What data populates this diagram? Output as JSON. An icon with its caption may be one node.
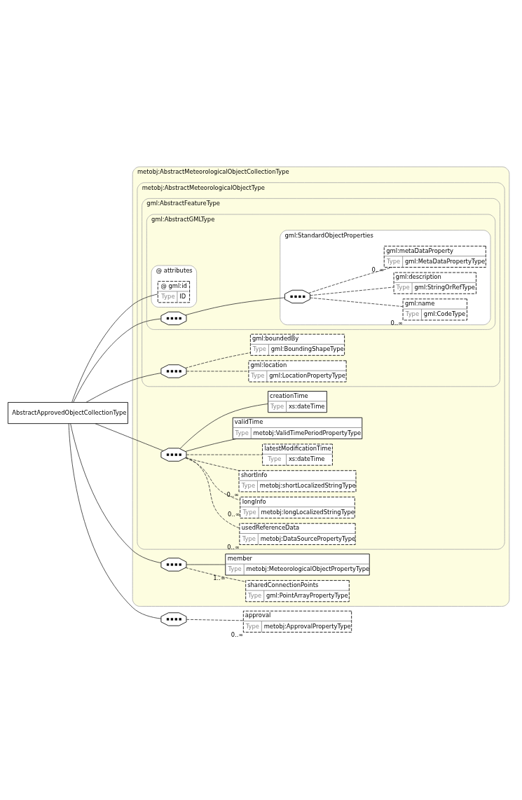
{
  "diagram": {
    "nodes": [
      {
        "text": [
          "AbstractApprovedObjectCollectionType"
        ]
      },
      {
        "text": [
          "metobj:AbstractMeteorologicalObjectCollectionType"
        ]
      },
      {
        "text": [
          "metobj:AbstractMeteorologicalObjectType"
        ],
        "in": 1
      },
      {
        "text": [
          "gml:AbstractFeatureType"
        ],
        "in": 2
      },
      {
        "text": [
          "gml:AbstractGMLType"
        ],
        "in": 3
      },
      {
        "text": [
          "@ attributes"
        ],
        "in": 4
      },
      {
        "text": [
          "@ gml:id",
          "Type",
          "ID"
        ],
        "in": 5
      },
      {
        "text": [],
        "shape": "octagon",
        "in": 4
      },
      {
        "text": [
          "gml:StandardObjectProperties"
        ],
        "in": 4
      },
      {
        "text": [],
        "shape": "octagon",
        "in": 8
      },
      {
        "text": [
          "gml:metaDataProperty",
          "Type",
          "gml:MetaDataPropertyType"
        ],
        "in": 8,
        "beside": [
          "0..∞"
        ]
      },
      {
        "text": [
          "gml:description",
          "Type",
          "gml:StringOrRefType"
        ],
        "in": 8
      },
      {
        "text": [
          "gml:name",
          "Type",
          "gml:CodeType"
        ],
        "in": 8,
        "beside": [
          "0..∞"
        ]
      },
      {
        "text": [],
        "shape": "octagon",
        "in": 3
      },
      {
        "text": [
          "gml:boundedBy",
          "Type",
          "gml:BoundingShapeType"
        ],
        "in": 3
      },
      {
        "text": [
          "gml:location",
          "Type",
          "gml:LocationPropertyType"
        ],
        "in": 3
      },
      {
        "text": [],
        "shape": "octagon",
        "in": 2
      },
      {
        "text": [
          "creationTime",
          "Type",
          "xs:dateTime"
        ],
        "in": 2
      },
      {
        "text": [
          "validTime",
          "Type",
          "metobj:ValidTimePeriodPropertyType"
        ],
        "in": 2
      },
      {
        "text": [
          "latestModificationTime",
          "Type",
          "xs:dateTime"
        ],
        "in": 2
      },
      {
        "text": [
          "shortInfo",
          "Type",
          "metobj:shortLocalizedStringType"
        ],
        "in": 2,
        "beside": [
          "0..∞"
        ]
      },
      {
        "text": [
          "longInfo",
          "Type",
          "metobj:longLocalizedStringType"
        ],
        "in": 2,
        "beside": [
          "0..∞"
        ]
      },
      {
        "text": [
          "usedReferenceData",
          "Type",
          "metobj:DataSourcePropertyType"
        ],
        "in": 2,
        "beside": [
          "0..∞"
        ]
      },
      {
        "text": [],
        "shape": "octagon",
        "in": 1
      },
      {
        "text": [
          "member",
          "Type",
          "metobj:MeteorologicalObjectPropertyType"
        ],
        "in": 1,
        "beside": [
          "1..∞"
        ]
      },
      {
        "text": [
          "sharedConnectionPoints",
          "Type",
          "gml:PointArrayPropertyType"
        ],
        "in": 1
      },
      {
        "text": [],
        "shape": "octagon"
      },
      {
        "text": [
          "approval",
          "Type",
          "metobj:ApprovalPropertyType"
        ],
        "beside": [
          "0..∞"
        ]
      }
    ],
    "edges": [
      {
        "from": 0,
        "to": 6,
        "arrow": "none"
      },
      {
        "from": 0,
        "to": 7,
        "arrow": "none"
      },
      {
        "from": 7,
        "to": 9,
        "arrow": "none"
      },
      {
        "from": 9,
        "to": 10,
        "arrow": "none",
        "style": "dashed"
      },
      {
        "from": 9,
        "to": 11,
        "arrow": "none",
        "style": "dashed"
      },
      {
        "from": 9,
        "to": 12,
        "arrow": "none",
        "style": "dashed"
      },
      {
        "from": 0,
        "to": 13,
        "arrow": "none"
      },
      {
        "from": 13,
        "to": 14,
        "arrow": "none",
        "style": "dashed"
      },
      {
        "from": 13,
        "to": 15,
        "arrow": "none",
        "style": "dashed"
      },
      {
        "from": 0,
        "to": 16,
        "arrow": "none"
      },
      {
        "from": 16,
        "to": 17,
        "arrow": "none"
      },
      {
        "from": 16,
        "to": 18,
        "arrow": "none"
      },
      {
        "from": 16,
        "to": 19,
        "arrow": "none",
        "style": "dashed"
      },
      {
        "from": 16,
        "to": 20,
        "arrow": "none",
        "style": "dashed"
      },
      {
        "from": 16,
        "to": 21,
        "arrow": "none",
        "style": "dashed"
      },
      {
        "from": 16,
        "to": 22,
        "arrow": "none",
        "style": "dashed"
      },
      {
        "from": 0,
        "to": 23,
        "arrow": "none"
      },
      {
        "from": 23,
        "to": 24,
        "arrow": "none"
      },
      {
        "from": 23,
        "to": 25,
        "arrow": "none",
        "style": "dashed"
      },
      {
        "from": 0,
        "to": 26,
        "arrow": "none"
      },
      {
        "from": 26,
        "to": 27,
        "arrow": "none",
        "style": "dashed"
      }
    ]
  }
}
